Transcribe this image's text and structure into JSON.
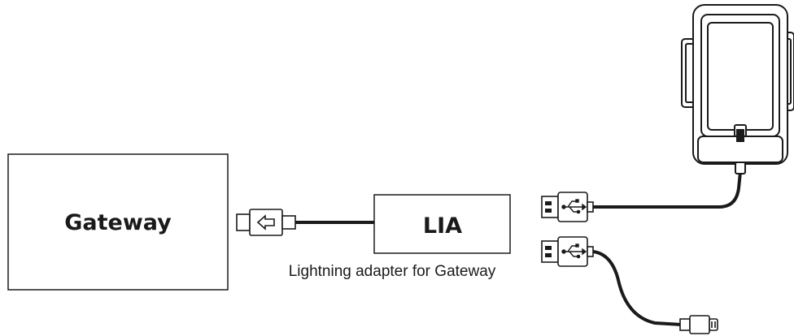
{
  "diagram": {
    "nodes": {
      "gateway": {
        "label": "Gateway"
      },
      "lia": {
        "label": "LIA",
        "caption": "Lightning adapter for Gateway"
      },
      "phone_cradle": {
        "label": ""
      }
    },
    "connectors": {
      "gateway_port": {
        "type": "usb-c"
      },
      "usb_cradle": {
        "type": "usb-a"
      },
      "usb_cable": {
        "type": "usb-a"
      },
      "cable_end": {
        "type": "lightning"
      }
    },
    "colors": {
      "stroke": "#1a1a1a",
      "background": "#ffffff"
    }
  }
}
